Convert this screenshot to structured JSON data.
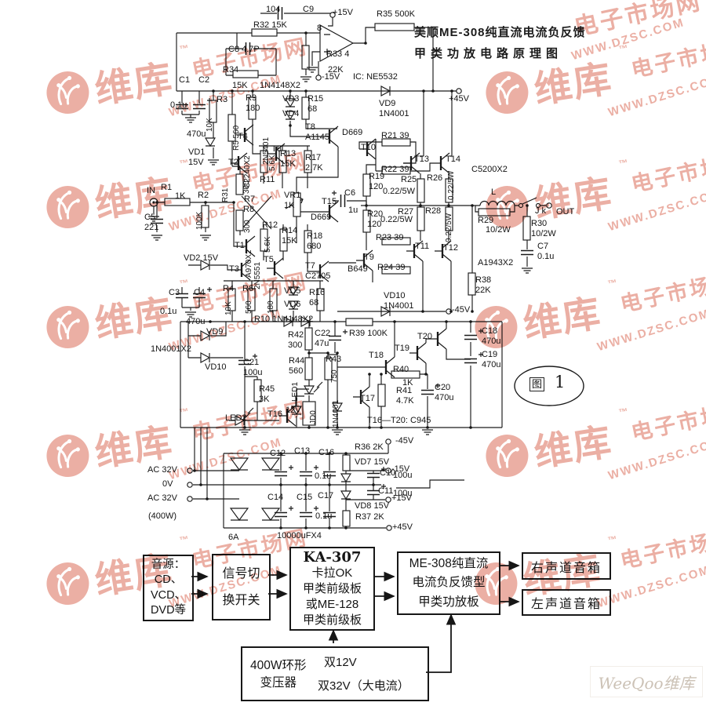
{
  "title": {
    "line1": "美顺ME-308纯直流电流负反馈",
    "line2": "甲类功放电路原理图"
  },
  "figure": {
    "glyph": "图",
    "number": "1"
  },
  "watermark": {
    "brand": "维库",
    "tm": "™",
    "site": "电子市场网",
    "url": "WWW.DZSC.COM",
    "weeqoo": "WeeQoo维库",
    "accent_color": "#d8604a"
  },
  "labels": {
    "c9v": "104",
    "c9": "C9",
    "p15": "+15V",
    "r35": "R35 500K",
    "pin8": "8",
    "r32": "R32 15K",
    "c8": "C8 4.7P",
    "r33": "R33 4",
    "r33v": "22K",
    "r34": "R34",
    "m15": "-15V",
    "ic": "IC: NE5532",
    "r34v": "15K",
    "d4148top": "1N4148X2",
    "c1": "C1",
    "c2": "C2",
    "c1v": "0.1u",
    "r3": "R3",
    "r3v": "10K",
    "c2v": "470u",
    "vd1": "VD1\n15V",
    "r5": "R5 560",
    "r9": "R9\n180",
    "vd3": "VD3",
    "vd4": "VD4",
    "r15": "R15\n68",
    "vd9": "VD9\n1N4001",
    "p45": "+45V",
    "t4": "T4",
    "t2": "T2",
    "c2240": "C2240X2",
    "n5401": "2N5401",
    "t6": "T6",
    "r11": "R11",
    "r11v": "5.6K",
    "r13": "R13\n15K",
    "r17": "R17\n2.7K",
    "t8": "T8\nA1145",
    "d669a": "D669",
    "t10": "T10",
    "r21": "R21 39",
    "t13": "T13",
    "t14": "T14",
    "r22": "R22 39",
    "r19": "R19\n120",
    "r25": "R25",
    "r25v": "0.22/5W",
    "r26": "R26",
    "r26v": "0.22/5W",
    "c5200": "C5200X2",
    "l": "L",
    "jk": "J k",
    "out": "OUT",
    "r29": "R29",
    "r29v": "10/2W",
    "r30": "R30\n10/2W",
    "c7": "C7\n0.1u",
    "a1943": "A1943X2",
    "r38": "R38\n22K",
    "vr1": "VR1\n1K",
    "t15": "T15",
    "d669b": "D669",
    "c6": "C6",
    "c6v": "1u",
    "in": "IN",
    "r1": "R1",
    "r1v": "1K",
    "r2": "R2",
    "r2v": "100K",
    "r31": "R31",
    "c5": "C5\n221",
    "r7": "R7",
    "r8": "R8",
    "v300a": "300",
    "v300b": "300",
    "t1": "T1",
    "a970": "A970X2",
    "t3": "T3",
    "vd2": "VD2 15V",
    "n5551": "2N5551",
    "t5": "T5",
    "r12": "R12",
    "r12v": "5.6K",
    "r14": "R14\n15K",
    "t7": "T7\nC2705",
    "b649": "B649",
    "t9": "T9",
    "r23": "R23 39",
    "r24": "R24 39",
    "t11": "T11",
    "t12": "T12",
    "r27": "R27",
    "r27v": "0.22/5W",
    "r28": "R28",
    "r28v": "0.22/5W",
    "r20": "R20\n120",
    "vd10": "VD10\n1N4001",
    "m45": "-45V",
    "r4": "R4",
    "r4v": "10K",
    "r6": "R6",
    "r6v": "560",
    "v180": "180",
    "vd5": "VD5",
    "vd6": "VD6",
    "r16": "R16\n68",
    "r18": "R18\n680",
    "r10": "R10 1N4148X2",
    "c3": "C3",
    "c4": "C4",
    "c3v": "0.1u",
    "c4v": "470u",
    "in4001x2": "1N4001X2",
    "vd9b": "VD9",
    "vd10b": "VD10",
    "c21": "C21\n100u",
    "r45": "R45\n3K",
    "led2": "LED2",
    "t16": "T16",
    "r42": "R42\n300",
    "c22": "C22\n47u",
    "r39": "R39 100K",
    "r44": "R44\n560",
    "r43": "R43",
    "v750": "750",
    "led1": "LED1",
    "v12": "12V",
    "jd0": "JD0",
    "n4001b": "1N4001",
    "t18": "T18",
    "t17": "T17",
    "t19": "T19",
    "t20": "T20",
    "r40": "R40",
    "r40v": "1K",
    "r41": "R41\n4.7K",
    "c20": "C20\n470u",
    "c18": "C18\n470u",
    "c19": "C19\n470u",
    "c945": "T16—T20: C945",
    "ac1": "AC 32V",
    "v0": "0V",
    "ac2": "AC 32V",
    "w400": "(400W)",
    "c12": "C12",
    "c13": "C13",
    "c16": "C16",
    "u01a": "0.1u",
    "c14": "C14",
    "c15": "C15",
    "c17": "C17",
    "u01b": "0.1u",
    "a6": "6A",
    "uf": "10000uFX4",
    "r36": "R36 2K",
    "vd7": "VD7 15V",
    "m45b": "-45V",
    "m15b": "-15V",
    "c10": "C10",
    "c10v": "100u",
    "c11": "C11",
    "c11v": "100u",
    "p15b": "+15V",
    "vd8": "VD8 15V",
    "r37": "R37 2K",
    "p45b": "+45V"
  },
  "blocks": {
    "source": "音源：\nCD、\nVCD、\nDVD等",
    "switch": "信号切\n换开关",
    "preamp_title": "KA-307",
    "preamp_body": "卡拉OK\n甲类前级板\n或ME-128\n甲类前级板",
    "amp": "ME-308纯直流\n电流负反馈型\n甲类功放板",
    "right_speaker": "右声道音箱",
    "left_speaker": "左声道音箱",
    "transformer": "400W环形\n变压器",
    "v1": "双12V",
    "v2": "双32V（大电流）"
  }
}
